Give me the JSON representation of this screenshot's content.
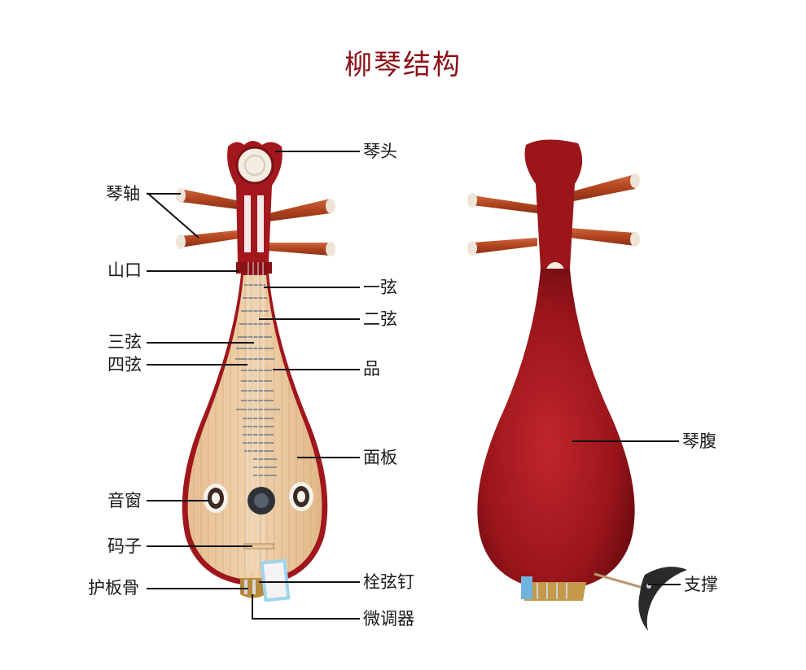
{
  "title": "柳琴结构",
  "colors": {
    "title": "#8a0f14",
    "body_red": "#a0161c",
    "soundboard": "#ecc9a0",
    "leader_line": "#111111"
  },
  "front_view": {
    "labels": {
      "qintou": "琴头",
      "qinzhou": "琴轴",
      "shankou": "山口",
      "yixian": "一弦",
      "erxian": "二弦",
      "sanxian": "三弦",
      "sixian": "四弦",
      "pin": "品",
      "mianban": "面板",
      "yinchuang": "音窗",
      "mazi": "码子",
      "hubangu": "护板骨",
      "shuanxianding": "栓弦钉",
      "weitiaoqi": "微调器"
    }
  },
  "back_view": {
    "labels": {
      "qinfu": "琴腹",
      "zhicheng": "支撑"
    }
  }
}
